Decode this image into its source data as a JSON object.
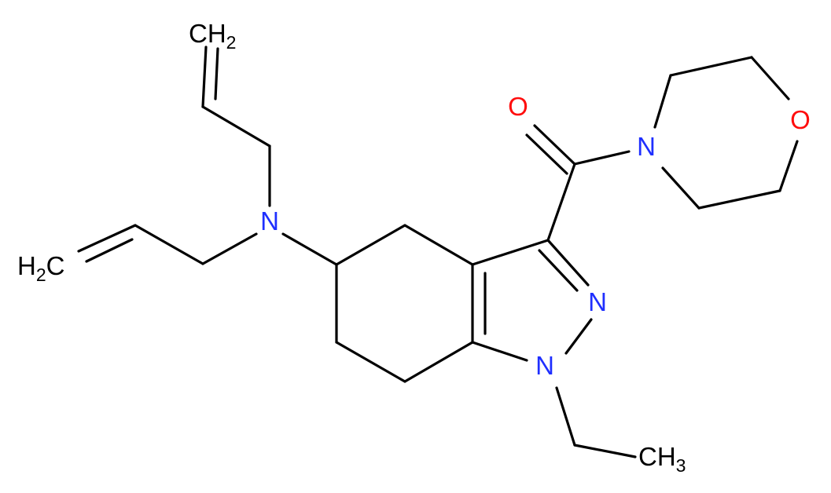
{
  "colors": {
    "bond": "#000000",
    "nitrogen": "#1f2fff",
    "oxygen": "#ff0d0d",
    "carbon_label": "#000000",
    "background": "#ffffff"
  },
  "atoms": {
    "n_amine": "N",
    "n_pyrazole_2": "N",
    "n_pyrazole_1": "N",
    "n_morpholine": "N",
    "o_carbonyl": "O",
    "o_morpholine": "O",
    "ch2_top": {
      "main": "CH",
      "sub": "2"
    },
    "h2c_left": {
      "main": "H",
      "sub": "2",
      "tail": "C"
    },
    "ch3": {
      "main": "CH",
      "sub": "3"
    }
  }
}
